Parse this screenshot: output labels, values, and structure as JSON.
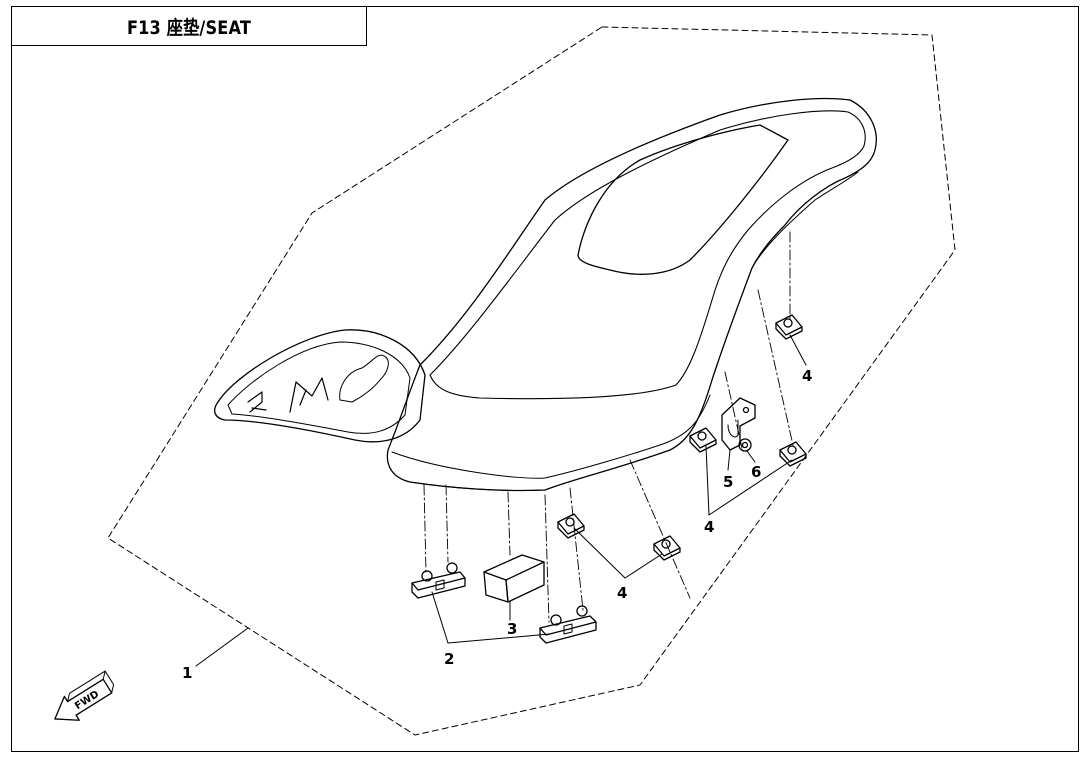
{
  "title": "F13  座垫/SEAT",
  "callouts": {
    "c1": "1",
    "c2": "2",
    "c3": "3",
    "c4a": "4",
    "c4b": "4",
    "c4c": "4",
    "c5": "5",
    "c6": "6"
  },
  "fwd_label": "FWD",
  "colors": {
    "line": "#000000",
    "background": "#ffffff"
  }
}
